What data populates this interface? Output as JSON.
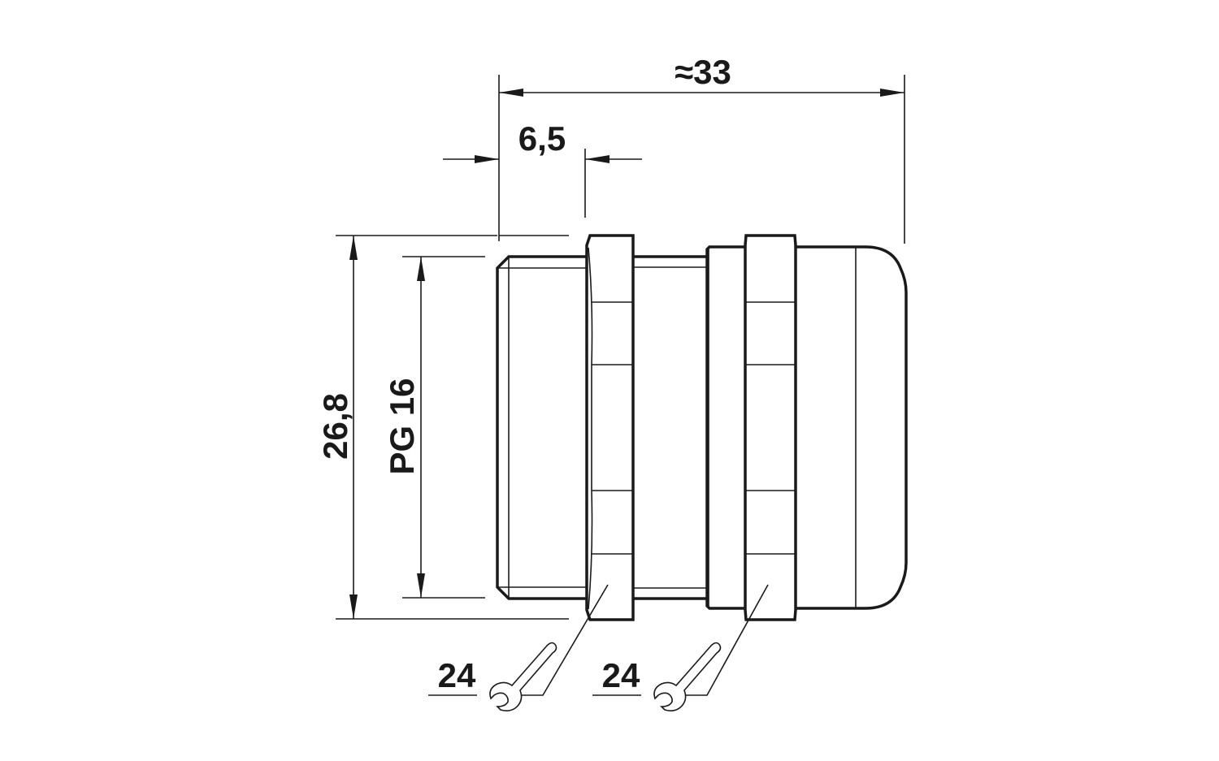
{
  "drawing": {
    "overall_length": "≈33",
    "thread_length": "6,5",
    "outer_diameter": "26,8",
    "thread_size": "PG 16",
    "wrench_size_1": "24",
    "wrench_size_2": "24",
    "wrench_icon": "open-end-wrench-icon"
  }
}
